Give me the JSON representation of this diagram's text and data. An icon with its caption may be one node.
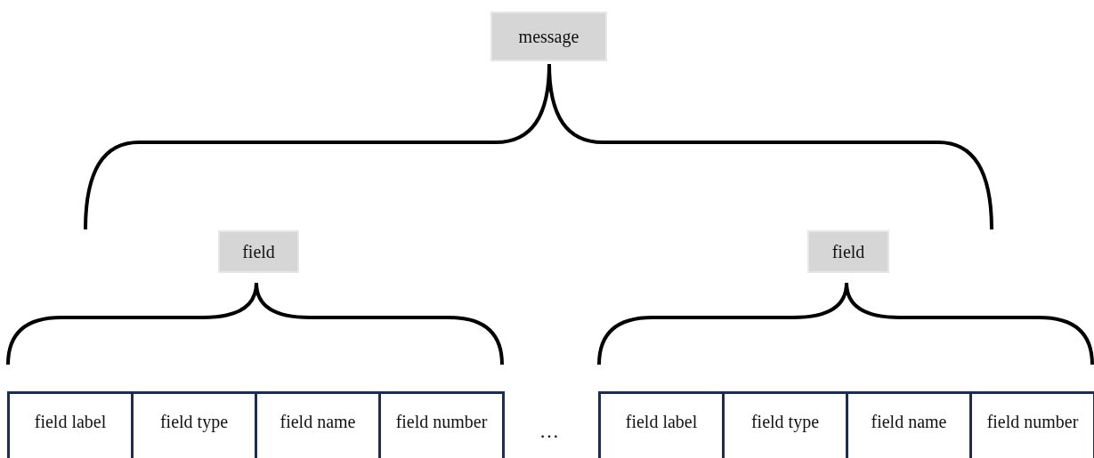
{
  "diagram": {
    "nodes": [
      {
        "text": [
          "message"
        ]
      },
      {
        "text": [
          "field"
        ]
      },
      {
        "text": [
          "field"
        ]
      },
      {
        "text": [
          "field label"
        ]
      },
      {
        "text": [
          "field type"
        ]
      },
      {
        "text": [
          "field name"
        ]
      },
      {
        "text": [
          "field number"
        ]
      },
      {
        "text": [
          "field label"
        ]
      },
      {
        "text": [
          "field type"
        ]
      },
      {
        "text": [
          "field name"
        ]
      },
      {
        "text": [
          "field number"
        ]
      }
    ],
    "labels": [
      "…"
    ]
  }
}
